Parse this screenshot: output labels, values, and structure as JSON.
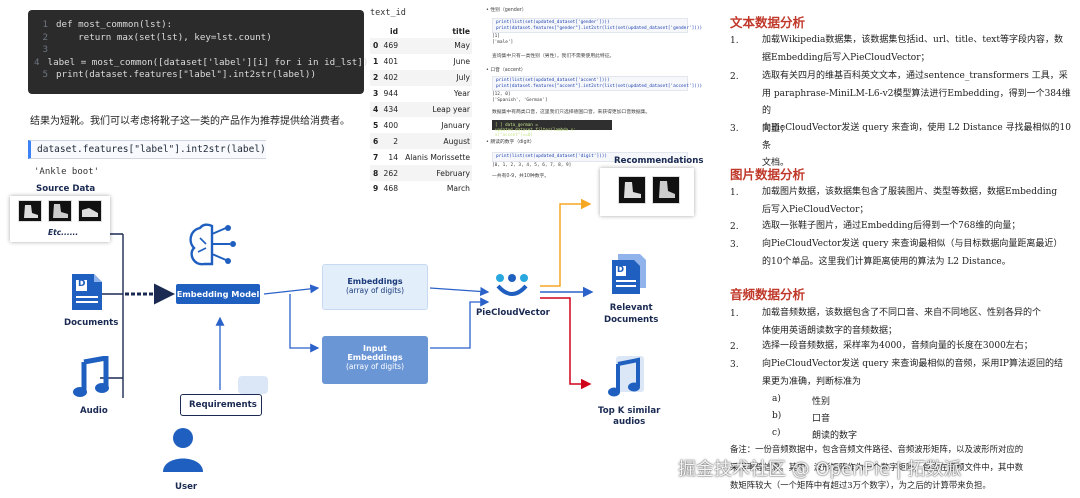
{
  "code": {
    "lines": [
      {
        "n": "1",
        "text": "def most_common(lst):"
      },
      {
        "n": "2",
        "text": "    return max(set(lst), key=lst.count)"
      },
      {
        "n": "3",
        "text": ""
      },
      {
        "n": "4",
        "text": "label = most_common([dataset['label'][i] for i in id_lst])"
      },
      {
        "n": "5",
        "text": "print(dataset.features[\"label\"].int2str(label))"
      }
    ]
  },
  "result_text": "结果为短靴。我们可以考虑将靴子这一类的产品作为推荐提供给消费者。",
  "cell_input": "dataset.features[\"label\"].int2str(label)",
  "cell_output": "'Ankle boot'",
  "table": {
    "caption": "text_id",
    "columns": [
      "",
      "id",
      "title"
    ],
    "rows": [
      [
        "0",
        "469",
        "May"
      ],
      [
        "1",
        "401",
        "June"
      ],
      [
        "2",
        "402",
        "July"
      ],
      [
        "3",
        "944",
        "Year"
      ],
      [
        "4",
        "434",
        "Leap year"
      ],
      [
        "5",
        "400",
        "January"
      ],
      [
        "6",
        "2",
        "August"
      ],
      [
        "7",
        "14",
        "Alanis Morissette"
      ],
      [
        "8",
        "262",
        "February"
      ],
      [
        "9",
        "468",
        "March"
      ]
    ]
  },
  "notebook": {
    "h1": "• 性别（gender）",
    "c1": [
      "print(list(set(updated_dataset['gender'])))",
      "print(dataset.features[\"gender\"].int2str(list(set(updated_dataset['gender'])))"
    ],
    "o1": [
      "[1]",
      "['male']"
    ],
    "t1": "查询集中只有一类性别（男性），我们不需要使用此特征。",
    "h2": "• 口音（accent）",
    "c2": [
      "print(list(set(updated_dataset['accent'])))",
      "print(dataset.features[\"accent\"].int2str(list(set(updated_dataset['accent'])))"
    ],
    "o2": [
      "[12, 0]",
      "['Spanish', 'German']"
    ],
    "t2": "数据集中有两类口音，这里我们只选择德国口音，来获得更加口音数据集。",
    "dark": "[ ]  data_german = updated_dataset.filter(lambda x: x[\"accent\"]==0)",
    "h3": "• 朗读的数字（digit）",
    "c3": [
      "print(list(set(updated_dataset['digit'])))"
    ],
    "o3": [
      "[0, 1, 2, 3, 4, 5, 6, 7, 8, 9]"
    ],
    "t3": "一共有0-9，共10种数字。"
  },
  "diagram": {
    "source_data": "Source Data",
    "etc": "Etc......",
    "documents": "Documents",
    "audio": "Audio",
    "embedding_model": "Embedding Model",
    "embeddings_title": "Embeddings",
    "embeddings_sub": "(array of digits)",
    "input_title_1": "Input",
    "input_title_2": "Embeddings",
    "input_sub": "(array of digits)",
    "piecloud": "PieCloudVector",
    "requirements": "Requirements",
    "user": "User",
    "recommendations": "Recommendations",
    "relevant_1": "Relevant",
    "relevant_2": "Documents",
    "topk_1": "Top K similar",
    "topk_2": "audios",
    "doc_glyph": "D",
    "colors": {
      "brand_blue": "#1f5fbf",
      "orange": "#f5a623",
      "red": "#d0021b",
      "navy": "#1a2a52"
    }
  },
  "article": {
    "s1": {
      "title": "文本数据分析",
      "items": [
        {
          "n": "1.",
          "lines": [
            "加载Wikipedia数据集，该数据集包括id、url、title、text等字段内容，数",
            "据Embedding后写入PieCloudVector；"
          ]
        },
        {
          "n": "2.",
          "lines": [
            "选取有关四月的维基百科英文文本，通过sentence_transformers 工具，采",
            "用 paraphrase-MiniLM-L6-v2模型算法进行Embedding，得到一个384维的",
            "向量；"
          ]
        },
        {
          "n": "3.",
          "lines": [
            "向PieCloudVector发送 query 来查询，使用 L2 Distance 寻找最相似的10条",
            "文档。"
          ]
        }
      ]
    },
    "s2": {
      "title": "图片数据分析",
      "items": [
        {
          "n": "1.",
          "lines": [
            "加载图片数据，该数据集包含了服装图片、类型等数据，数据Embedding",
            "后写入PieCloudVector；"
          ]
        },
        {
          "n": "2.",
          "lines": [
            "选取一张鞋子图片，通过Embedding后得到一个768维的向量；"
          ]
        },
        {
          "n": "3.",
          "lines": [
            "向PieCloudVector发送 query 来查询最相似（与目标数据向量距离最近）",
            "的10个单品。这里我们计算距离使用的算法为 L2 Distance。"
          ]
        }
      ]
    },
    "s3": {
      "title": "音频数据分析",
      "items": [
        {
          "n": "1.",
          "lines": [
            "加载音频数据，该数据包含了不同口音、来自不同地区、性别各异的个",
            "体使用英语朗读数字的音频数据；"
          ]
        },
        {
          "n": "2.",
          "lines": [
            "选择一段音频数据，采样率为4000，音频向量的长度在3000左右；"
          ]
        },
        {
          "n": "3.",
          "lines": [
            "向PieCloudVector发送 query 来查询最相似的音频，采用IP算法返回的结",
            "果更为准确，判断标准为"
          ]
        }
      ],
      "sub": [
        {
          "k": "a)",
          "v": "性别"
        },
        {
          "k": "b)",
          "v": "口音"
        },
        {
          "k": "c)",
          "v": "朗读的数字"
        }
      ]
    },
    "note": [
      "备注：一份音频数据中，包含音频文件路径、音频波形矩阵，以及波形所对应的",
      "采样率等信息。其中，波形矩阵作为一个数字矩阵，包含在音频文件中，其中数",
      "数矩阵较大（一个矩阵中有超过3万个数字），为之后的计算带来负担。"
    ]
  },
  "watermark": "掘金技术社区 @ OpenPie | 拓数派"
}
